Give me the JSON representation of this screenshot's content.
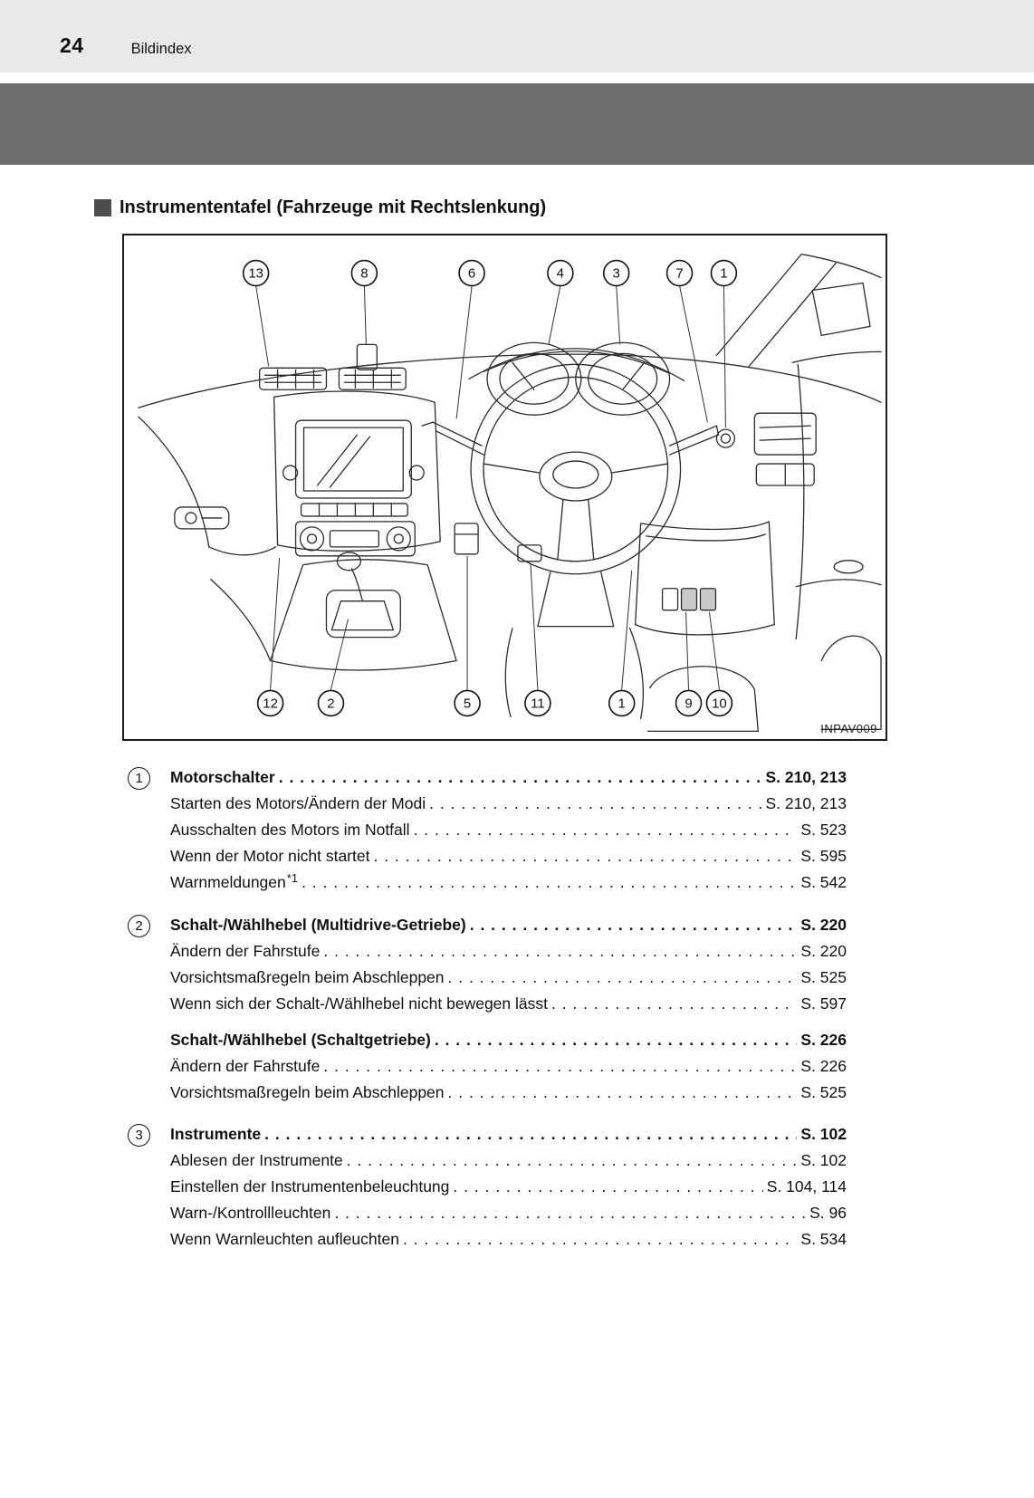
{
  "header": {
    "page_number": "24",
    "section": "Bildindex"
  },
  "heading": "Instrumententafel (Fahrzeuge mit Rechtslenkung)",
  "figure": {
    "code": "INPAV009",
    "callouts": [
      "13",
      "8",
      "6",
      "4",
      "3",
      "7",
      "1",
      "12",
      "2",
      "5",
      "11",
      "1",
      "9",
      "10"
    ]
  },
  "colors": {
    "header_bg": "#e9e9e9",
    "chapter_band": "#6e6e6e",
    "ink": "#111111"
  },
  "index": {
    "sections": [
      {
        "number": "1",
        "rows": [
          {
            "label": "Motorschalter",
            "pages": "S. 210, 213"
          },
          {
            "label": "Starten des Motors/Ändern der Modi",
            "pages": "S. 210, 213"
          },
          {
            "label": "Ausschalten des Motors im Notfall",
            "pages": "S. 523"
          },
          {
            "label": "Wenn der Motor nicht startet",
            "pages": "S. 595"
          },
          {
            "label": "Warnmeldungen",
            "sup": "*1",
            "pages": "S. 542"
          }
        ]
      },
      {
        "number": "2",
        "rows": [
          {
            "label": "Schalt-/Wählhebel (Multidrive-Getriebe)",
            "pages": "S. 220"
          },
          {
            "label": "Ändern der Fahrstufe",
            "pages": "S. 220"
          },
          {
            "label": "Vorsichtsmaßregeln beim Abschleppen",
            "pages": "S. 525"
          },
          {
            "label": "Wenn sich der Schalt-/Wählhebel nicht bewegen lässt",
            "pages": "S. 597"
          },
          {
            "label": "Schalt-/Wählhebel (Schaltgetriebe)",
            "pages": "S. 226"
          },
          {
            "label": "Ändern der Fahrstufe",
            "pages": "S. 226"
          },
          {
            "label": "Vorsichtsmaßregeln beim Abschleppen",
            "pages": "S. 525"
          }
        ]
      },
      {
        "number": "3",
        "rows": [
          {
            "label": "Instrumente",
            "pages": "S. 102"
          },
          {
            "label": "Ablesen der Instrumente",
            "pages": "S. 102"
          },
          {
            "label": "Einstellen der Instrumentenbeleuchtung",
            "pages": "S. 104, 114"
          },
          {
            "label": "Warn-/Kontrollleuchten",
            "pages": "S. 96"
          },
          {
            "label": "Wenn Warnleuchten aufleuchten",
            "pages": "S. 534"
          }
        ]
      }
    ]
  }
}
